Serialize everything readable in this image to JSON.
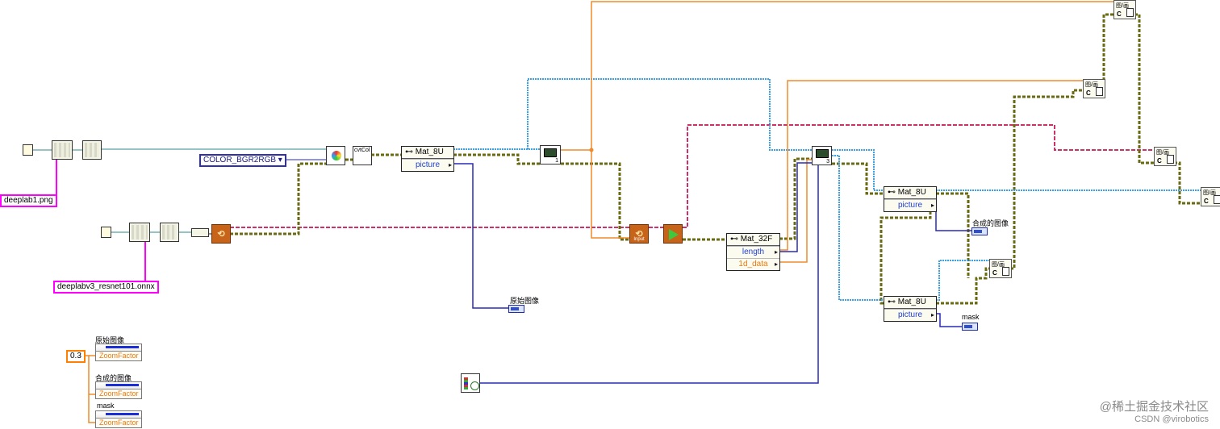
{
  "constants": {
    "image_path": "deeplab1.png",
    "model_path": "deeplabv3_resnet101.onnx",
    "color_enum": "COLOR_BGR2RGB",
    "zoom_value": "0.3"
  },
  "unbundles": {
    "mat8u_top": {
      "head": "Mat_8U",
      "row1": "picture"
    },
    "mat32f": {
      "head": "Mat_32F",
      "row1": "length",
      "row2": "1d_data"
    },
    "mat8u_mid": {
      "head": "Mat_8U",
      "row1": "picture"
    },
    "mat8u_bot": {
      "head": "Mat_8U",
      "row1": "picture"
    }
  },
  "indicators": {
    "original": "原始图像",
    "combined": "合成的图像",
    "mask": "mask"
  },
  "property_nodes": [
    {
      "title": "原始图像",
      "row": "ZoomFactor"
    },
    {
      "title": "合成的图像",
      "row": "ZoomFactor"
    },
    {
      "title": "mask",
      "row": "ZoomFactor"
    }
  ],
  "function_labels": {
    "cvtcolor": "cvtCol",
    "input_ctx": "Input",
    "index_top": "1",
    "index_mid": "3",
    "scale_icon": "C"
  },
  "watermark": {
    "line1": "@稀土掘金技术社区",
    "line2": "CSDN @virobotics"
  },
  "colors": {
    "picture_wire": "#3aa0e8",
    "model_wire": "#d0306a",
    "number_wire": "#f08a2a",
    "refnum_wire": "#2a2ab8",
    "path_wire": "#2a8a8a",
    "cluster_wire": "#7a7a22",
    "path_constant": "#ff00ff"
  }
}
